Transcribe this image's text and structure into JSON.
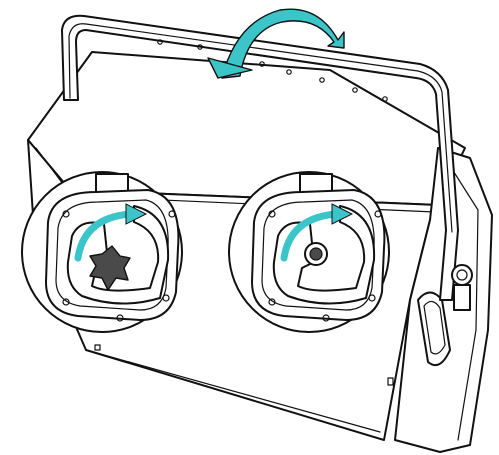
{
  "figure": {
    "subject": "speaker-cabinet-with-mounting-yoke",
    "arrow_color": "#3cc5c9",
    "line_color": "#111111",
    "knob_color": "#4a4a4a",
    "background": "#ffffff",
    "callouts": [
      {
        "id": "left",
        "fastener": "star-knob"
      },
      {
        "id": "right",
        "fastener": "ratchet-bolt"
      }
    ]
  }
}
